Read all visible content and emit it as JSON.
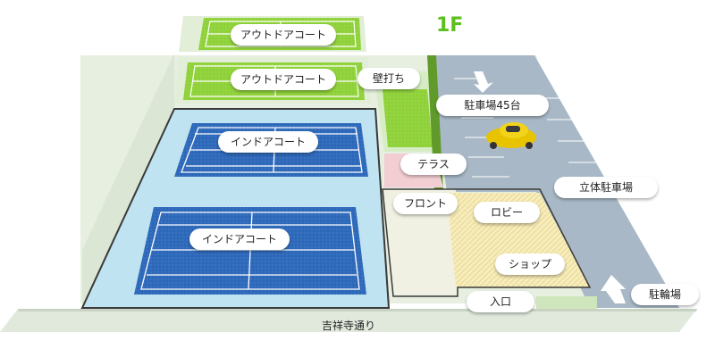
{
  "floor": "1F",
  "labels": {
    "outdoor_court_1": "アウトドアコート",
    "outdoor_court_2": "アウトドアコート",
    "wall_practice": "壁打ち",
    "parking": "駐車場45台",
    "indoor_court_1": "インドアコート",
    "indoor_court_2": "インドアコート",
    "terrace": "テラス",
    "multilevel_parking": "立体駐車場",
    "front": "フロント",
    "lobby": "ロビー",
    "shop": "ショップ",
    "entrance": "入口",
    "bicycle_parking": "駐輪場"
  },
  "street": "吉祥寺通り",
  "colors": {
    "court_green": "#8fd13a",
    "court_blue": "#2e68b8",
    "indoor_floor": "#bfe3f0",
    "asphalt": "#a8b8c6",
    "lobby": "#f3e7b0",
    "terrace": "#f2cdd2",
    "accent": "#5bbf1c"
  }
}
